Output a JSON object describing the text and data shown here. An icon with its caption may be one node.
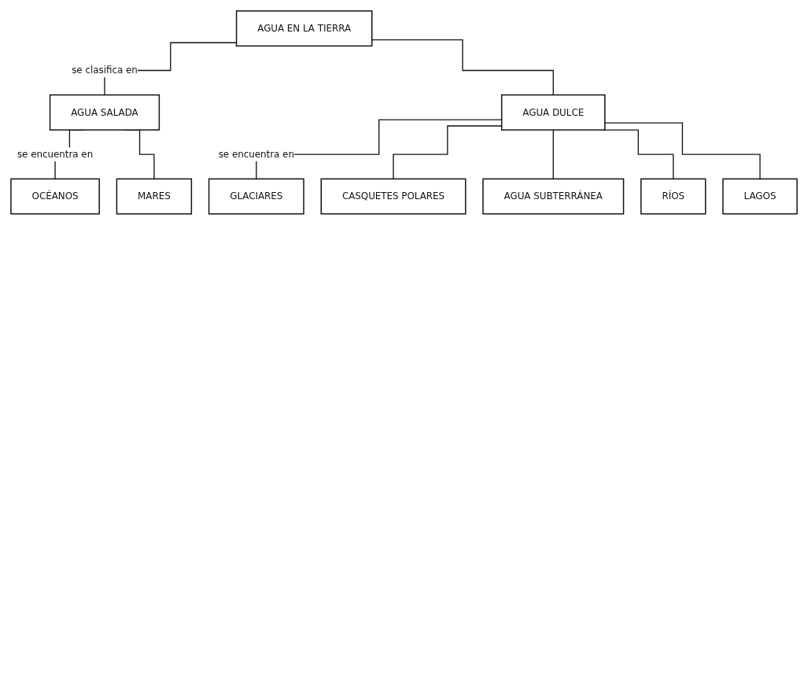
{
  "diagram": {
    "nodes": [
      {
        "text": [
          "AGUA EN LA TIERRA"
        ]
      },
      {
        "text": [
          "AGUA SALADA"
        ]
      },
      {
        "text": [
          "AGUA DULCE"
        ]
      },
      {
        "text": [
          "OCÉANOS"
        ]
      },
      {
        "text": [
          "MARES"
        ]
      },
      {
        "text": [
          "GLACIARES"
        ]
      },
      {
        "text": [
          "CASQUETES POLARES"
        ]
      },
      {
        "text": [
          "AGUA SUBTERRÁNEA"
        ]
      },
      {
        "text": [
          "RÍOS"
        ]
      },
      {
        "text": [
          "LAGOS"
        ]
      }
    ],
    "edges": [
      {
        "from": 0,
        "to": 1,
        "arrow": "none",
        "label": "se clasifica en"
      },
      {
        "from": 0,
        "to": 2,
        "arrow": "none"
      },
      {
        "from": 1,
        "to": 3,
        "arrow": "none",
        "label": "se encuentra en"
      },
      {
        "from": 1,
        "to": 4,
        "arrow": "none"
      },
      {
        "from": 2,
        "to": 5,
        "arrow": "none",
        "label": "se encuentra en"
      },
      {
        "from": 2,
        "to": 6,
        "arrow": "none"
      },
      {
        "from": 2,
        "to": 7,
        "arrow": "none"
      },
      {
        "from": 2,
        "to": 8,
        "arrow": "none"
      },
      {
        "from": 2,
        "to": 9,
        "arrow": "none"
      }
    ]
  }
}
